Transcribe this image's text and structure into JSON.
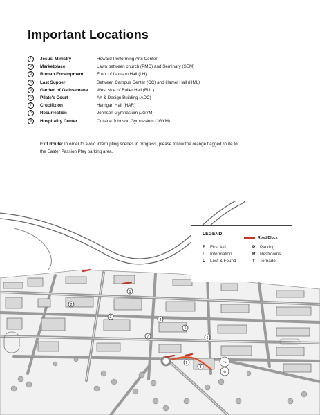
{
  "heading": "Important Locations",
  "locations": [
    {
      "num": "1",
      "name": "Jesus' Ministry",
      "place": "Howard Performing Arts Center"
    },
    {
      "num": "2",
      "name": "Marketplace",
      "place": "Lawn between church (PMC) and Seminary (SEM)"
    },
    {
      "num": "3",
      "name": "Roman Encampment",
      "place": "Front of Lamson Hall (LH)"
    },
    {
      "num": "4",
      "name": "Last Supper",
      "place": "Between Campus Center (CC) and Hamel Hall (HML)"
    },
    {
      "num": "5",
      "name": "Garden of Gethsemane",
      "place": "West side of Buller Hall (BUL)"
    },
    {
      "num": "6",
      "name": "Pilate's Court",
      "place": "Art & Design Building (ADC)"
    },
    {
      "num": "7",
      "name": "Crucifixion",
      "place": "Harrigan Hall (HAR)"
    },
    {
      "num": "8",
      "name": "Resurrection",
      "place": "Johnson Gymnasium (JGYM)"
    },
    {
      "num": "9",
      "name": "Hospitality Center",
      "place": "Outside Johnson Gymnasium (JGYM)"
    }
  ],
  "exit_route": {
    "label": "Exit Route:",
    "text": " In order to avoid interrupting scenes in progress, please follow the orange flagged route to the Easter Passion Play parking area."
  },
  "legend": {
    "title": "LEGEND",
    "road_block": "Road Block",
    "road_block_color": "#c0392b",
    "items_left": [
      {
        "key": "F",
        "label": "First Aid"
      },
      {
        "key": "I",
        "label": "Information"
      },
      {
        "key": "L",
        "label": "Lost & Found"
      }
    ],
    "items_right": [
      {
        "key": "P",
        "label": "Parking"
      },
      {
        "key": "R",
        "label": "Restrooms"
      },
      {
        "key": "T",
        "label": "Tornado"
      }
    ]
  },
  "map_markers": [
    "1",
    "2",
    "3",
    "4",
    "5",
    "6",
    "7",
    "8",
    "9"
  ],
  "map_badges": [
    "F L",
    "RT"
  ],
  "colors": {
    "road": "#9a9a9a",
    "building": "#d8d8d8",
    "route": "#e34a1f"
  }
}
